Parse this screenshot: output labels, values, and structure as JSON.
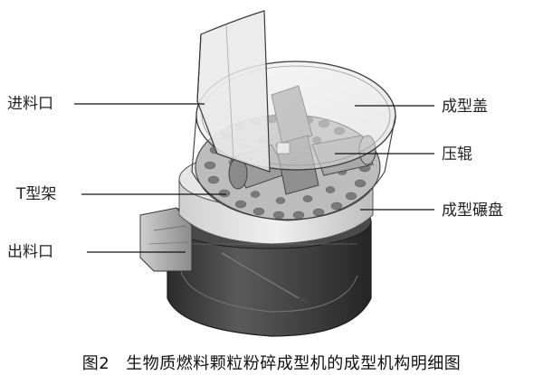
{
  "labels": {
    "feed_inlet": "进料口",
    "t_frame": "T型架",
    "discharge_outlet": "出料口",
    "molding_cover": "成型盖",
    "press_roller": "压辊",
    "molding_die": "成型碾盘"
  },
  "caption": {
    "figure_number": "图2",
    "text": "生物质燃料颗粒粉碎成型机的成型机构明细图"
  },
  "colors": {
    "base_dark": "#3a3a3a",
    "ring_light": "#d9d9d9",
    "die_holes": "#6e6e6e",
    "leader_lines": "#111111"
  }
}
